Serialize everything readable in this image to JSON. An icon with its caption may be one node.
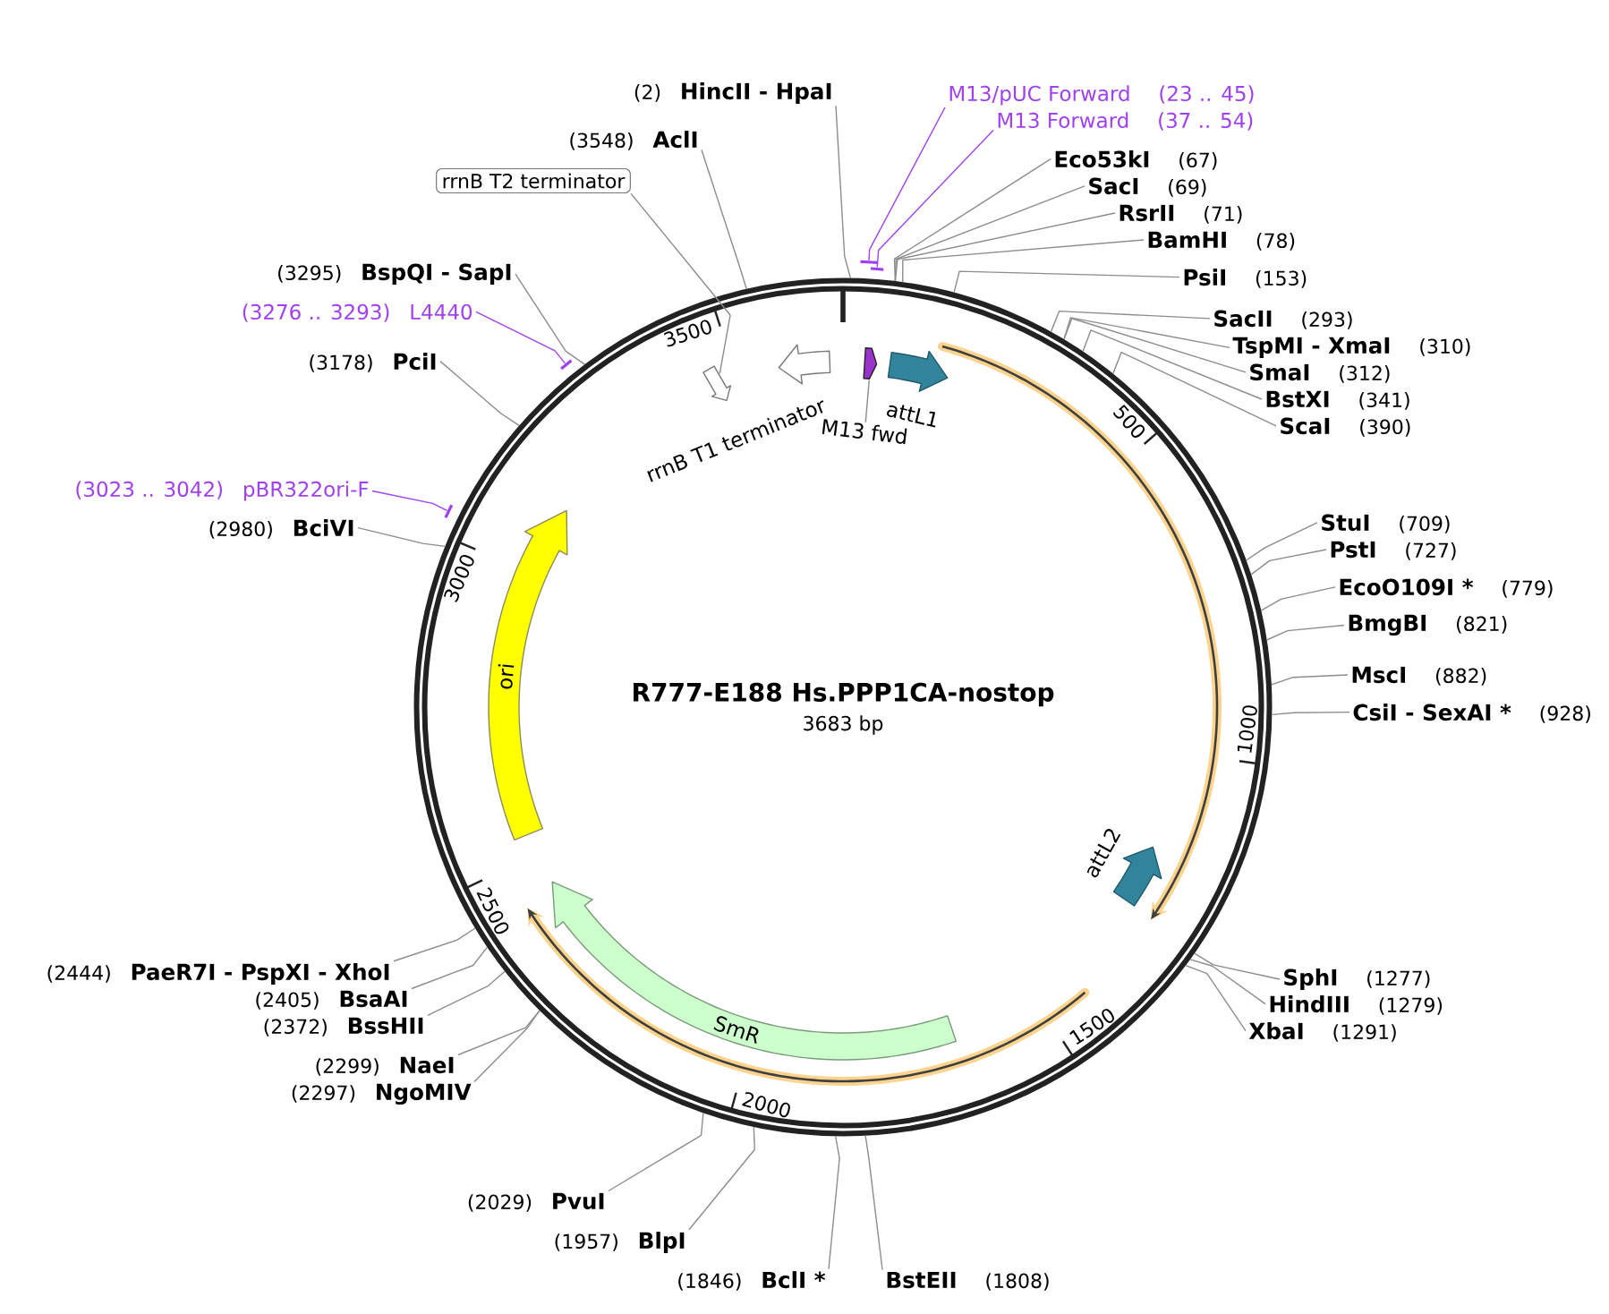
{
  "diagram": {
    "title": "R777-E188 Hs.PPP1CA-nostop",
    "nodes": [
      {
        "text": [],
        "shape": "circle"
      },
      {
        "text": [
          "rrnB T2 terminator"
        ]
      },
      {
        "text": [],
        "shape": "arrow",
        "in": 0
      },
      {
        "text": [
          "rrnB T1 terminator"
        ],
        "in": 0
      },
      {
        "text": [],
        "shape": "arrow",
        "in": 0
      },
      {
        "text": [
          "M13 fwd"
        ],
        "in": 0
      },
      {
        "text": [
          "attL1"
        ],
        "in": 0
      },
      {
        "text": [
          "attL2"
        ],
        "in": 0
      },
      {
        "text": [
          "SmR"
        ],
        "in": 0
      },
      {
        "text": [
          "ori"
        ],
        "in": 0
      },
      {
        "text": [
          "M13/pUC Forward"
        ],
        "beside": [
          "(23 .. 45)"
        ]
      },
      {
        "text": [
          "M13 Forward"
        ],
        "beside": [
          "(37 .. 54)"
        ]
      },
      {
        "text": [
          "L4440"
        ],
        "beside": [
          "(3276 .. 3293)"
        ]
      },
      {
        "text": [
          "pBR322ori-F"
        ],
        "beside": [
          "(3023 .. 3042)"
        ]
      },
      {
        "text": [],
        "shape": "bar"
      },
      {
        "text": [],
        "shape": "bar"
      },
      {
        "text": [],
        "shape": "bar"
      },
      {
        "text": [],
        "shape": "bar"
      },
      {
        "text": [
          "HincII - HpaI"
        ],
        "beside": [
          "(2)"
        ]
      },
      {
        "text": [
          "Eco53kI"
        ],
        "beside": [
          "(67)"
        ]
      },
      {
        "text": [
          "SacI"
        ],
        "beside": [
          "(69)"
        ]
      },
      {
        "text": [
          "RsrII"
        ],
        "beside": [
          "(71)"
        ]
      },
      {
        "text": [
          "BamHI"
        ],
        "beside": [
          "(78)"
        ]
      },
      {
        "text": [
          "PsiI"
        ],
        "beside": [
          "(153)"
        ]
      },
      {
        "text": [
          "SacII"
        ],
        "beside": [
          "(293)"
        ]
      },
      {
        "text": [
          "TspMI - XmaI"
        ],
        "beside": [
          "(310)"
        ]
      },
      {
        "text": [
          "SmaI"
        ],
        "beside": [
          "(312)"
        ]
      },
      {
        "text": [
          "BstXI"
        ],
        "beside": [
          "(341)"
        ]
      },
      {
        "text": [
          "ScaI"
        ],
        "beside": [
          "(390)"
        ]
      },
      {
        "text": [
          "StuI"
        ],
        "beside": [
          "(709)"
        ]
      },
      {
        "text": [
          "PstI"
        ],
        "beside": [
          "(727)"
        ]
      },
      {
        "text": [
          "EcoO109I *"
        ],
        "beside": [
          "(779)"
        ]
      },
      {
        "text": [
          "BmgBI"
        ],
        "beside": [
          "(821)"
        ]
      },
      {
        "text": [
          "MscI"
        ],
        "beside": [
          "(882)"
        ]
      },
      {
        "text": [
          "CsiI - SexAI *"
        ],
        "beside": [
          "(928)"
        ]
      },
      {
        "text": [
          "SphI"
        ],
        "beside": [
          "(1277)"
        ]
      },
      {
        "text": [
          "HindIII"
        ],
        "beside": [
          "(1279)"
        ]
      },
      {
        "text": [
          "XbaI"
        ],
        "beside": [
          "(1291)"
        ]
      },
      {
        "text": [
          "BstEII"
        ],
        "beside": [
          "(1808)"
        ]
      },
      {
        "text": [
          "BclI *"
        ],
        "beside": [
          "(1846)"
        ]
      },
      {
        "text": [
          "BlpI"
        ],
        "beside": [
          "(1957)"
        ]
      },
      {
        "text": [
          "PvuI"
        ],
        "beside": [
          "(2029)"
        ]
      },
      {
        "text": [
          "NgoMIV"
        ],
        "beside": [
          "(2297)"
        ]
      },
      {
        "text": [
          "NaeI"
        ],
        "beside": [
          "(2299)"
        ]
      },
      {
        "text": [
          "BssHII"
        ],
        "beside": [
          "(2372)"
        ]
      },
      {
        "text": [
          "BsaAI"
        ],
        "beside": [
          "(2405)"
        ]
      },
      {
        "text": [
          "PaeR7I - PspXI - XhoI"
        ],
        "beside": [
          "(2444)"
        ]
      },
      {
        "text": [
          "BciVI"
        ],
        "beside": [
          "(2980)"
        ]
      },
      {
        "text": [
          "PciI"
        ],
        "beside": [
          "(3178)"
        ]
      },
      {
        "text": [
          "BspQI - SapI"
        ],
        "beside": [
          "(3295)"
        ]
      },
      {
        "text": [
          "AclI"
        ],
        "beside": [
          "(3548)"
        ]
      }
    ],
    "edges": [
      {
        "from": 1,
        "to": 2,
        "arrow": "none"
      },
      {
        "from": 5,
        "to": 4,
        "arrow": "none"
      },
      {
        "from": 10,
        "to": 16,
        "arrow": "none",
        "color": "#a040f0"
      },
      {
        "from": 11,
        "to": 17,
        "arrow": "none",
        "color": "#a040f0"
      },
      {
        "from": 12,
        "to": 15,
        "arrow": "none",
        "color": "#a040f0"
      },
      {
        "from": 13,
        "to": 14,
        "arrow": "none",
        "color": "#a040f0"
      },
      {
        "from": 18,
        "to": 0,
        "arrow": "none"
      },
      {
        "from": 19,
        "to": 0,
        "arrow": "none"
      },
      {
        "from": 20,
        "to": 0,
        "arrow": "none"
      },
      {
        "from": 21,
        "to": 0,
        "arrow": "none"
      },
      {
        "from": 22,
        "to": 0,
        "arrow": "none"
      },
      {
        "from": 23,
        "to": 0,
        "arrow": "none"
      },
      {
        "from": 24,
        "to": 0,
        "arrow": "none"
      },
      {
        "from": 25,
        "to": 0,
        "arrow": "none"
      },
      {
        "from": 26,
        "to": 0,
        "arrow": "none"
      },
      {
        "from": 27,
        "to": 0,
        "arrow": "none"
      },
      {
        "from": 28,
        "to": 0,
        "arrow": "none"
      },
      {
        "from": 29,
        "to": 0,
        "arrow": "none"
      },
      {
        "from": 30,
        "to": 0,
        "arrow": "none"
      },
      {
        "from": 31,
        "to": 0,
        "arrow": "none"
      },
      {
        "from": 32,
        "to": 0,
        "arrow": "none"
      },
      {
        "from": 33,
        "to": 0,
        "arrow": "none"
      },
      {
        "from": 34,
        "to": 0,
        "arrow": "none"
      },
      {
        "from": 35,
        "to": 0,
        "arrow": "none"
      },
      {
        "from": 36,
        "to": 0,
        "arrow": "none"
      },
      {
        "from": 37,
        "to": 0,
        "arrow": "none"
      },
      {
        "from": 38,
        "to": 0,
        "arrow": "none"
      },
      {
        "from": 39,
        "to": 0,
        "arrow": "none"
      },
      {
        "from": 40,
        "to": 0,
        "arrow": "none"
      },
      {
        "from": 41,
        "to": 0,
        "arrow": "none"
      },
      {
        "from": 42,
        "to": 0,
        "arrow": "none"
      },
      {
        "from": 43,
        "to": 0,
        "arrow": "none"
      },
      {
        "from": 44,
        "to": 0,
        "arrow": "none"
      },
      {
        "from": 45,
        "to": 0,
        "arrow": "none"
      },
      {
        "from": 46,
        "to": 0,
        "arrow": "none"
      },
      {
        "from": 47,
        "to": 0,
        "arrow": "none"
      },
      {
        "from": 48,
        "to": 0,
        "arrow": "none"
      },
      {
        "from": 49,
        "to": 0,
        "arrow": "none"
      },
      {
        "from": 50,
        "to": 0,
        "arrow": "none"
      }
    ],
    "labels": [
      "3683 bp",
      "500",
      "1000",
      "1500",
      "2000",
      "2500",
      "3000",
      "3500"
    ]
  }
}
